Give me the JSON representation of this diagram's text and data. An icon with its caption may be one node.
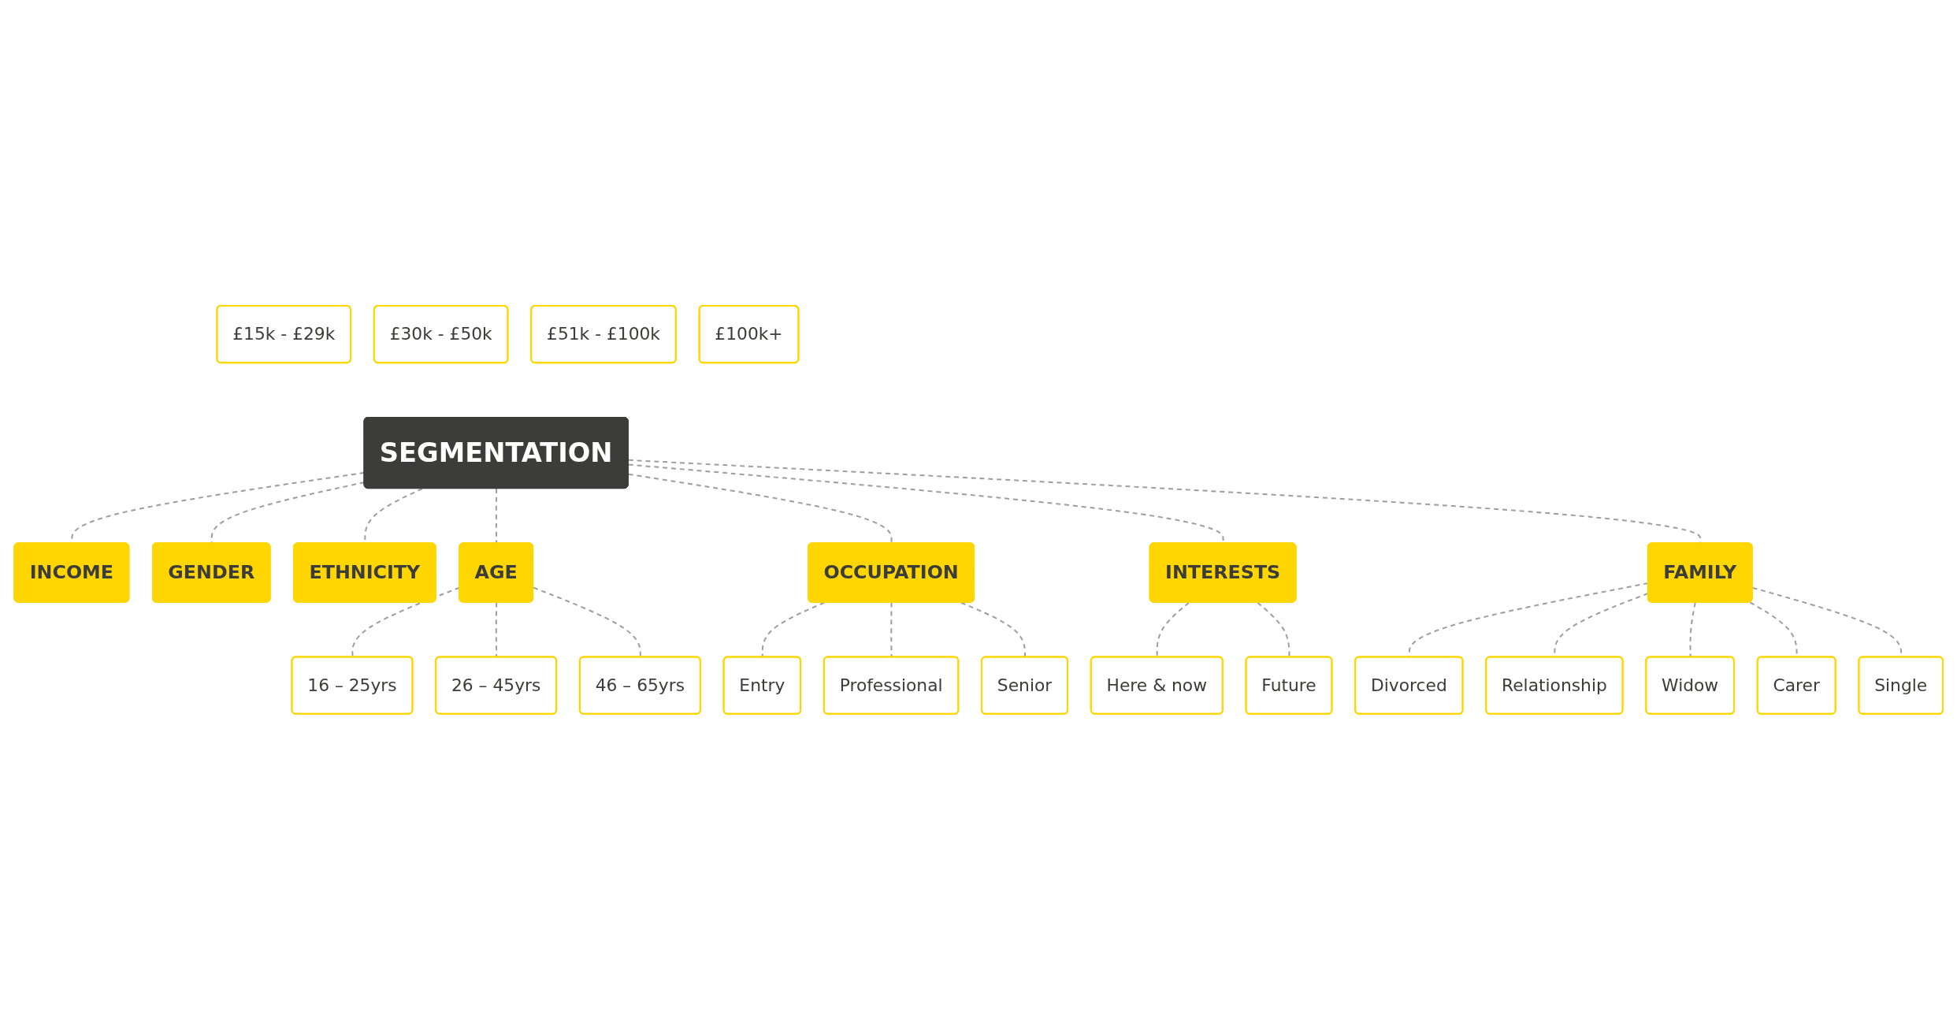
{
  "diagram": {
    "nodes": [
      {
        "text": [
          "SEGMENTATION"
        ]
      },
      {
        "text": [
          "INCOME"
        ]
      },
      {
        "text": [
          "GENDER"
        ]
      },
      {
        "text": [
          "ETHNICITY"
        ]
      },
      {
        "text": [
          "AGE"
        ]
      },
      {
        "text": [
          "OCCUPATION"
        ]
      },
      {
        "text": [
          "INTERESTS"
        ]
      },
      {
        "text": [
          "FAMILY"
        ]
      },
      {
        "text": [
          "£15k - £29k"
        ]
      },
      {
        "text": [
          "£30k - £50k"
        ]
      },
      {
        "text": [
          "£51k - £100k"
        ]
      },
      {
        "text": [
          "£100k+"
        ]
      },
      {
        "text": [
          "16 – 25yrs"
        ]
      },
      {
        "text": [
          "26 – 45yrs"
        ]
      },
      {
        "text": [
          "46 – 65yrs"
        ]
      },
      {
        "text": [
          "Entry"
        ]
      },
      {
        "text": [
          "Professional"
        ]
      },
      {
        "text": [
          "Senior"
        ]
      },
      {
        "text": [
          "Here & now"
        ]
      },
      {
        "text": [
          "Future"
        ]
      },
      {
        "text": [
          "Divorced"
        ]
      },
      {
        "text": [
          "Relationship"
        ]
      },
      {
        "text": [
          "Widow"
        ]
      },
      {
        "text": [
          "Carer"
        ]
      },
      {
        "text": [
          "Single"
        ]
      }
    ],
    "edges": [
      {
        "from": 0,
        "to": 1,
        "arrow": "none",
        "style": "dashed"
      },
      {
        "from": 0,
        "to": 2,
        "arrow": "none",
        "style": "dashed"
      },
      {
        "from": 0,
        "to": 3,
        "arrow": "none",
        "style": "dashed"
      },
      {
        "from": 0,
        "to": 4,
        "arrow": "none",
        "style": "dashed"
      },
      {
        "from": 0,
        "to": 5,
        "arrow": "none",
        "style": "dashed"
      },
      {
        "from": 0,
        "to": 6,
        "arrow": "none",
        "style": "dashed"
      },
      {
        "from": 0,
        "to": 7,
        "arrow": "none",
        "style": "dashed"
      },
      {
        "from": 4,
        "to": 12,
        "arrow": "none",
        "style": "dashed"
      },
      {
        "from": 4,
        "to": 13,
        "arrow": "none",
        "style": "dashed"
      },
      {
        "from": 4,
        "to": 14,
        "arrow": "none",
        "style": "dashed"
      },
      {
        "from": 5,
        "to": 15,
        "arrow": "none",
        "style": "dashed"
      },
      {
        "from": 5,
        "to": 16,
        "arrow": "none",
        "style": "dashed"
      },
      {
        "from": 5,
        "to": 17,
        "arrow": "none",
        "style": "dashed"
      },
      {
        "from": 6,
        "to": 18,
        "arrow": "none",
        "style": "dashed"
      },
      {
        "from": 6,
        "to": 19,
        "arrow": "none",
        "style": "dashed"
      },
      {
        "from": 7,
        "to": 20,
        "arrow": "none",
        "style": "dashed"
      },
      {
        "from": 7,
        "to": 21,
        "arrow": "none",
        "style": "dashed"
      },
      {
        "from": 7,
        "to": 22,
        "arrow": "none",
        "style": "dashed"
      },
      {
        "from": 7,
        "to": 23,
        "arrow": "none",
        "style": "dashed"
      },
      {
        "from": 7,
        "to": 24,
        "arrow": "none",
        "style": "dashed"
      }
    ]
  }
}
